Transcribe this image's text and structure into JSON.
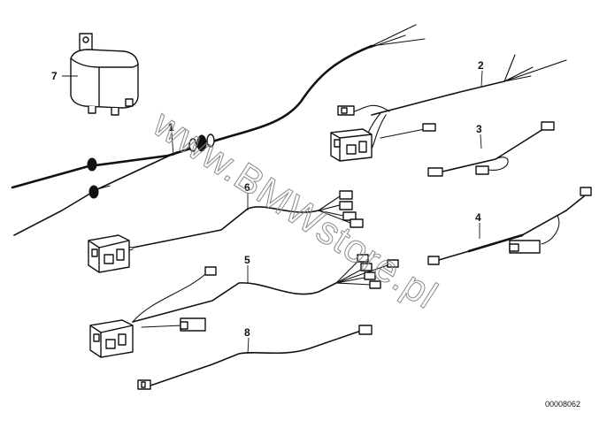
{
  "watermark": "www.BMWstore.pl",
  "drawing_code": "00008062",
  "parts": [
    {
      "id": "1",
      "label": "1"
    },
    {
      "id": "2",
      "label": "2"
    },
    {
      "id": "3",
      "label": "3"
    },
    {
      "id": "4",
      "label": "4"
    },
    {
      "id": "5",
      "label": "5"
    },
    {
      "id": "6",
      "label": "6"
    },
    {
      "id": "7",
      "label": "7"
    },
    {
      "id": "8",
      "label": "8"
    }
  ]
}
